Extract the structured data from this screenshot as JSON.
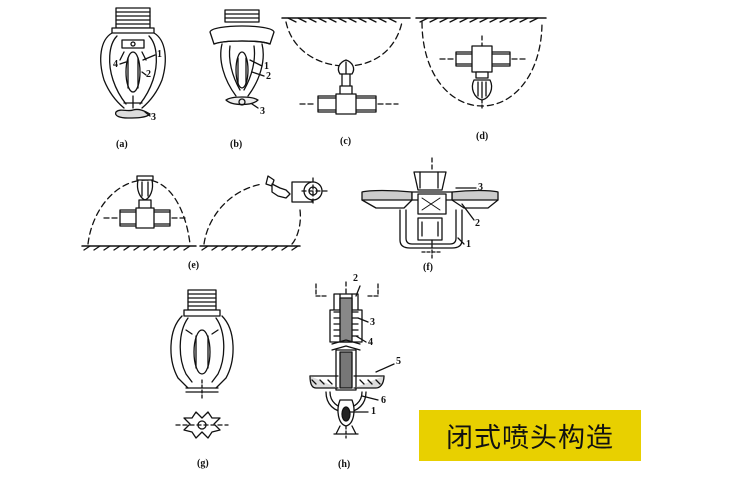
{
  "title": "闭式喷头构造",
  "colors": {
    "title_bg": "#e8d000",
    "ink": "#111111"
  },
  "figures": {
    "a": {
      "caption": "(a)",
      "parts": [
        "1",
        "2",
        "3",
        "4"
      ]
    },
    "b": {
      "caption": "(b)",
      "parts": [
        "1",
        "2",
        "3"
      ]
    },
    "c": {
      "caption": "(c)"
    },
    "d": {
      "caption": "(d)"
    },
    "e": {
      "caption": "(e)"
    },
    "f": {
      "caption": "(f)",
      "parts": [
        "1",
        "2",
        "3"
      ]
    },
    "g": {
      "caption": "(g)"
    },
    "h": {
      "caption": "(h)",
      "parts": [
        "1",
        "2",
        "3",
        "4",
        "5",
        "6"
      ]
    }
  }
}
